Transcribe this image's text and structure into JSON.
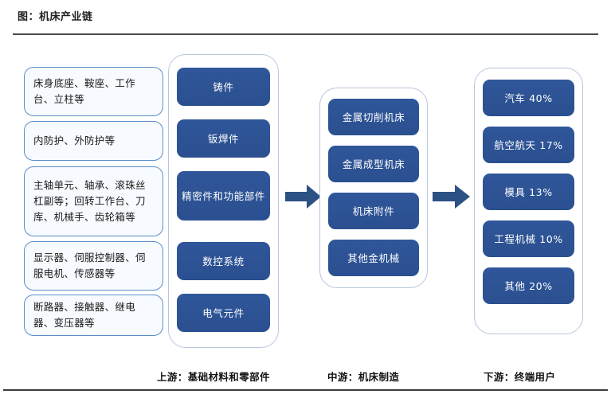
{
  "header": {
    "title": "图：机床产业链"
  },
  "footer": {
    "note": ""
  },
  "colors": {
    "dark_box_fill": "#2E5596",
    "light_box_border": "#5B8EC9",
    "light_box_fill": "#F7FAFE",
    "group_border": "#B9C6DD",
    "arrow": "#2C5284",
    "rule": "#4A4A4A"
  },
  "upstream": {
    "components": [
      {
        "label": "床身底座、鞍座、工作台、立柱等"
      },
      {
        "label": "内防护、外防护等"
      },
      {
        "label": "主轴单元、轴承、滚珠丝杠副等；回转工作台、刀库、机械手、齿轮箱等"
      },
      {
        "label": "显示器、伺服控制器、伺服电机、传感器等"
      },
      {
        "label": "断路器、接触器、继电器、变压器等"
      }
    ],
    "categories": [
      {
        "label": "铸件"
      },
      {
        "label": "钣焊件"
      },
      {
        "label": "精密件和功能部件"
      },
      {
        "label": "数控系统"
      },
      {
        "label": "电气元件"
      }
    ]
  },
  "midstream": {
    "categories": [
      {
        "label": "金属切削机床"
      },
      {
        "label": "金属成型机床"
      },
      {
        "label": "机床附件"
      },
      {
        "label": "其他金机械"
      }
    ]
  },
  "downstream": {
    "categories": [
      {
        "label": "汽车 40%"
      },
      {
        "label": "航空航天 17%"
      },
      {
        "label": "模具 13%"
      },
      {
        "label": "工程机械 10%"
      },
      {
        "label": "其他 20%"
      }
    ]
  },
  "stages": [
    {
      "label": "上游：基础材料和零部件"
    },
    {
      "label": "中游：机床制造"
    },
    {
      "label": "下游：终端用户"
    }
  ]
}
